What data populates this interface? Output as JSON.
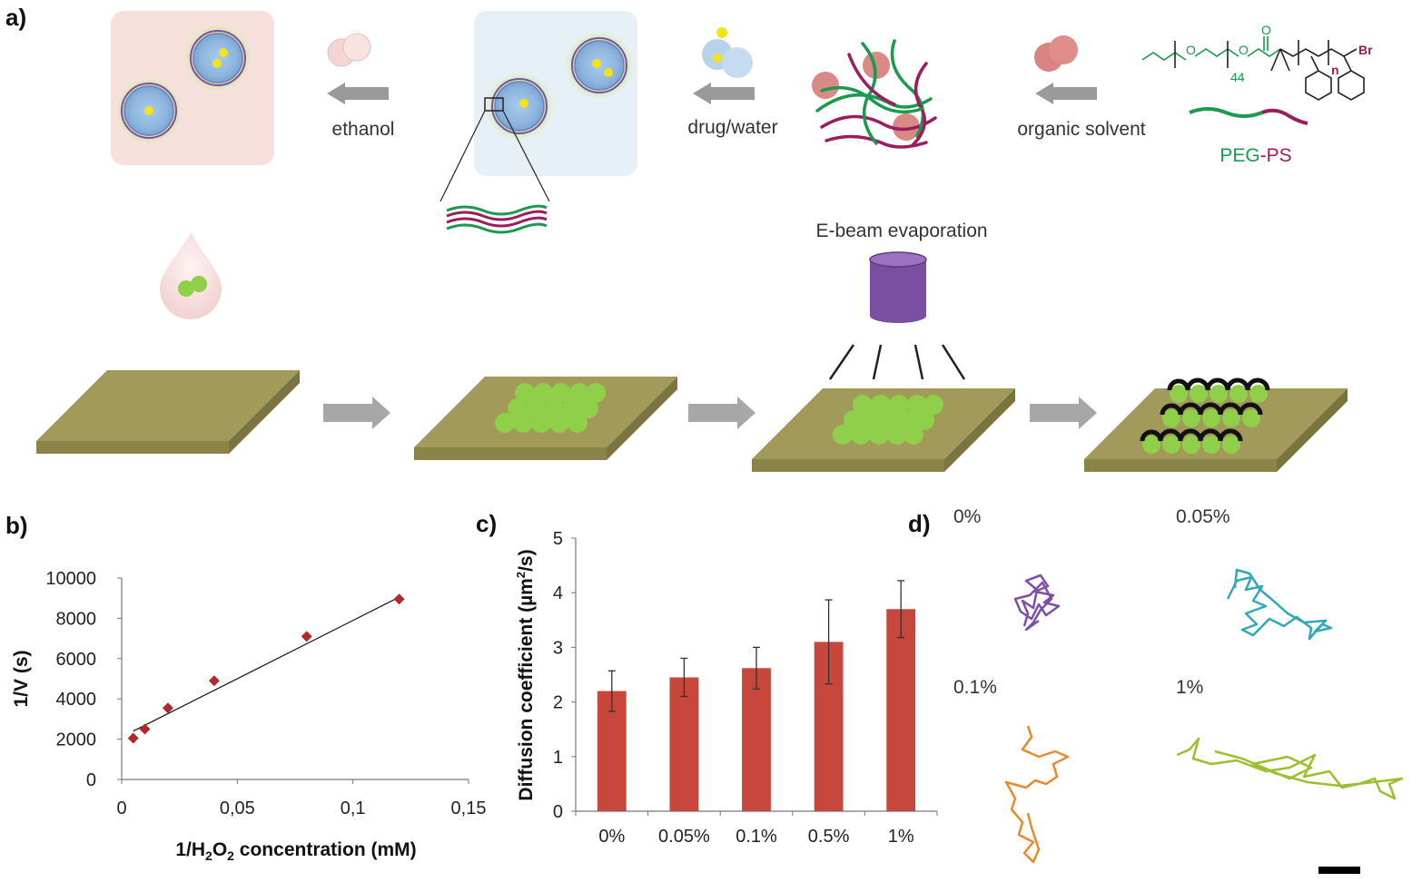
{
  "panels": {
    "a": "a)",
    "b": "b)",
    "c": "c)",
    "d": "d)"
  },
  "schematic": {
    "step_labels": [
      "ethanol",
      "drug/water",
      "organic solvent"
    ],
    "polymer_name_part1": "PEG",
    "polymer_name_sep": "-",
    "polymer_name_part2": "PS",
    "evaporation_label": "E-beam evaporation",
    "chem": {
      "repeat_peg": "44",
      "repeat_ps": "n",
      "bromine": "Br",
      "oxygen": "O"
    },
    "colors": {
      "peg": "#1a9a4e",
      "ps": "#9c1c5c",
      "substrate": "#a19a5a",
      "micelle": "#8fcf4a",
      "cap": "#7a4ea0"
    }
  },
  "chart_data": [
    {
      "panel": "b",
      "type": "scatter",
      "xlabel": "1/H2O2 concentration (mM)",
      "xlabel_parts": {
        "pre": "1/H",
        "sub1": "2",
        "mid": "O",
        "sub2": "2",
        "post": " concentration (mM)"
      },
      "ylabel": "1/V (s)",
      "xlim": [
        0,
        0.15
      ],
      "ylim": [
        0,
        10000
      ],
      "xticks": [
        0,
        0.05,
        0.1,
        0.15
      ],
      "xtick_labels": [
        "0",
        "0,05",
        "0,1",
        "0,15"
      ],
      "yticks": [
        0,
        2000,
        4000,
        6000,
        8000,
        10000
      ],
      "ytick_labels": [
        "0",
        "2000",
        "4000",
        "6000",
        "8000",
        "10000"
      ],
      "points": [
        {
          "x": 0.005,
          "y": 2050
        },
        {
          "x": 0.01,
          "y": 2500
        },
        {
          "x": 0.02,
          "y": 3550
        },
        {
          "x": 0.04,
          "y": 4900
        },
        {
          "x": 0.08,
          "y": 7100
        },
        {
          "x": 0.12,
          "y": 8950
        }
      ],
      "trendline": {
        "x": [
          0.005,
          0.12
        ],
        "y": [
          2400,
          9050
        ]
      },
      "marker_color": "#b02a2a",
      "grid": false
    },
    {
      "panel": "c",
      "type": "bar",
      "ylabel": "Diffusion coefficient (µm²/s)",
      "ylabel_parts": {
        "pre": "Diffusion coefficient (µm",
        "sup": "2",
        "post": "/s)"
      },
      "categories": [
        "0%",
        "0.05%",
        "0.1%",
        "0.5%",
        "1%"
      ],
      "values": [
        2.2,
        2.45,
        2.62,
        3.1,
        3.7
      ],
      "errors": [
        0.37,
        0.35,
        0.38,
        0.77,
        0.52
      ],
      "ylim": [
        0,
        5
      ],
      "yticks": [
        0,
        1,
        2,
        3,
        4,
        5
      ],
      "ytick_labels": [
        "0",
        "1",
        "2",
        "3",
        "4",
        "5"
      ],
      "bar_color": "#c8473d",
      "grid": false
    }
  ],
  "trajectories": {
    "labels": [
      "0%",
      "0.05%",
      "0.1%",
      "1%"
    ],
    "colors": [
      "#7d4fa8",
      "#2fa8b8",
      "#e88a2a",
      "#9bbf2e"
    ]
  }
}
